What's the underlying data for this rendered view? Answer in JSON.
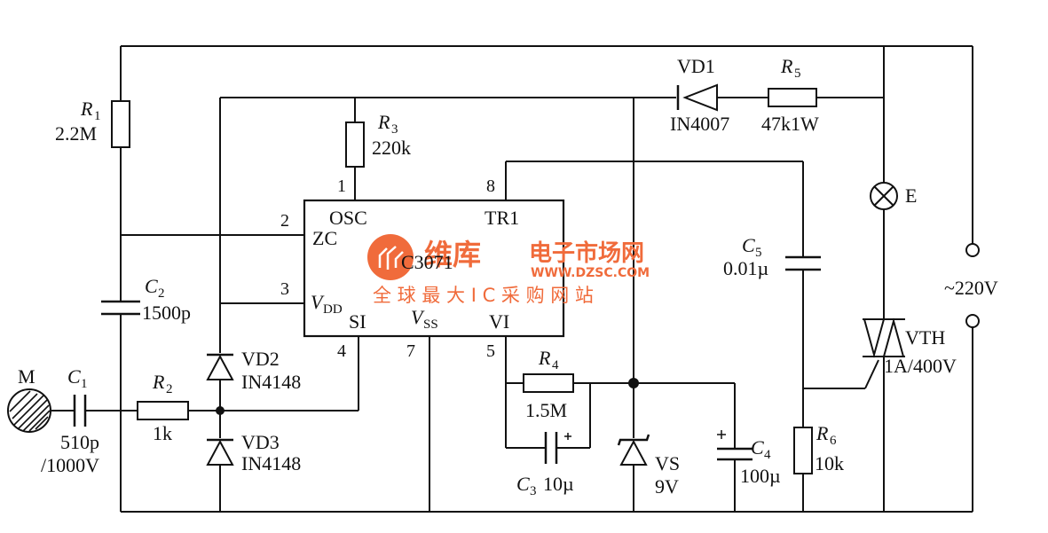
{
  "components": {
    "R1": {
      "name": "R",
      "sub": "1",
      "value": "2.2M"
    },
    "R2": {
      "name": "R",
      "sub": "2",
      "value": "1k"
    },
    "R3": {
      "name": "R",
      "sub": "3",
      "value": "220k"
    },
    "R4": {
      "name": "R",
      "sub": "4",
      "value": "1.5M"
    },
    "R5": {
      "name": "R",
      "sub": "5",
      "value": "47k1W"
    },
    "R6": {
      "name": "R",
      "sub": "6",
      "value": "10k"
    },
    "C1": {
      "name": "C",
      "sub": "1",
      "value": "510p",
      "value2": "/1000V"
    },
    "C2": {
      "name": "C",
      "sub": "2",
      "value": "1500p"
    },
    "C3": {
      "name": "C",
      "sub": "3",
      "value": "10µ"
    },
    "C4": {
      "name": "C",
      "sub": "4",
      "value": "100µ"
    },
    "C5": {
      "name": "C",
      "sub": "5",
      "value": "0.01µ"
    },
    "VD1": {
      "name": "VD1",
      "value": "IN4007"
    },
    "VD2": {
      "name": "VD2",
      "value": "IN4148"
    },
    "VD3": {
      "name": "VD3",
      "value": "IN4148"
    },
    "VS": {
      "name": "VS",
      "value": "9V"
    },
    "VTH": {
      "name": "VTH",
      "value": "1A/400V"
    },
    "M": {
      "name": "M"
    },
    "E": {
      "name": "E"
    },
    "supply": {
      "label": "~220V"
    }
  },
  "ic": {
    "part": "C3071",
    "pins": {
      "osc": {
        "num": "1",
        "name": "OSC"
      },
      "zc": {
        "num": "2",
        "name": "ZC"
      },
      "vdd": {
        "num": "3",
        "name": "V",
        "sub": "DD"
      },
      "si": {
        "num": "4",
        "name": "SI"
      },
      "vi": {
        "num": "5",
        "name": "VI"
      },
      "vss": {
        "num": "7",
        "name": "V",
        "sub": "SS"
      },
      "tr1": {
        "num": "8",
        "name": "TR1"
      }
    }
  },
  "watermark": {
    "brand": "维库",
    "title": "电子市场网",
    "url": "WWW.DZSC.COM",
    "subtitle": "全 球 最 大 I C 采 购 网 站",
    "color": "#f06b3b"
  },
  "colors": {
    "ink": "#111111"
  }
}
